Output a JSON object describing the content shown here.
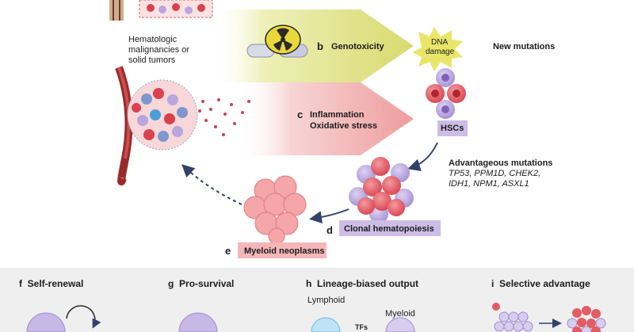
{
  "tumor_label": [
    "Hematologic",
    "malignancies or",
    "solid tumors"
  ],
  "panel_b": {
    "letter": "b",
    "label": "Genotoxicity"
  },
  "dna_damage": [
    "DNA",
    "damage"
  ],
  "new_mutations": "New mutations",
  "panel_c": {
    "letter": "c",
    "line1": "Inflammation",
    "line2": "Oxidative stress"
  },
  "hscs": "HSCs",
  "advantageous": {
    "title": "Advantageous mutations",
    "line1": "TP53, PPM1D, CHEK2,",
    "line2": "IDH1, NPM1, ASXL1"
  },
  "panel_d": {
    "letter": "d",
    "label": "Clonal hematopoiesis"
  },
  "panel_e": {
    "letter": "e",
    "label": "Myeloid neoplasms"
  },
  "bottom": {
    "f": {
      "letter": "f",
      "label": "Self-renewal"
    },
    "g": {
      "letter": "g",
      "label": "Pro-survival"
    },
    "h": {
      "letter": "h",
      "label": "Lineage-biased output",
      "lymphoid": "Lymphoid",
      "myeloid": "Myeloid",
      "tfs": "TFs"
    },
    "i": {
      "letter": "i",
      "label": "Selective advantage"
    }
  },
  "colors": {
    "genotox_arrow": "#d9dc7a",
    "inflam_arrow": "#f0a3a4",
    "hsc_label_bg": "#cdbde6",
    "myeloid_label_bg": "#f4b6b8",
    "dna_burst": "#e9e66a",
    "red_cell": "#e35b63",
    "purple_cell": "#b8a6dd",
    "vessel": "#9a2a2a",
    "arrow_navy": "#34416b"
  }
}
